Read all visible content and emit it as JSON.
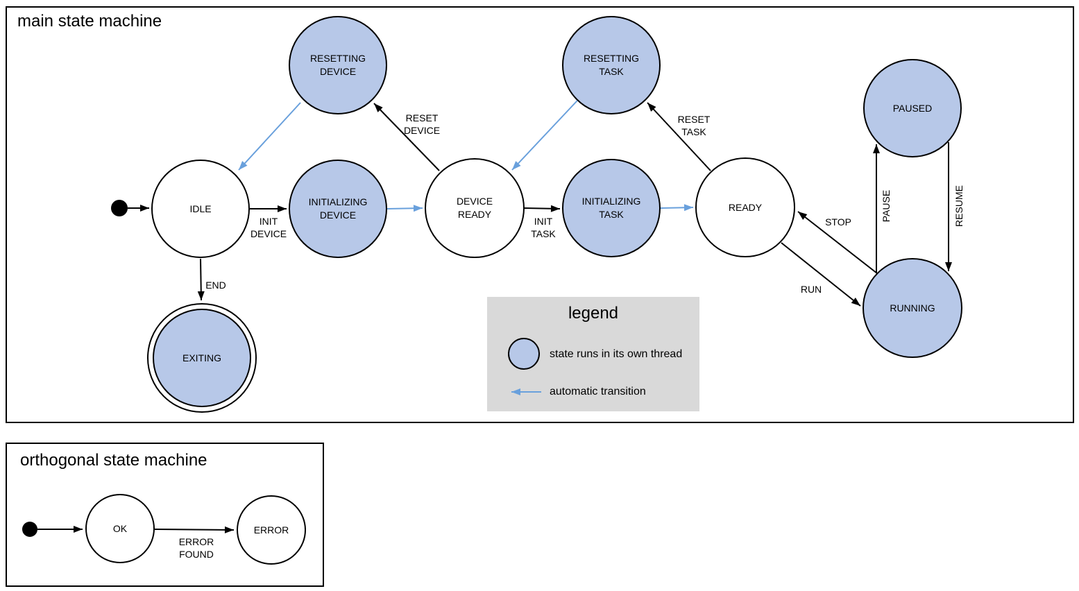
{
  "colors": {
    "state_fill": "#b7c8e8",
    "auto_arrow": "#69a0dc",
    "legend_bg": "#d9d9d9",
    "line": "#000000"
  },
  "main": {
    "title": "main state machine",
    "states": {
      "idle": "IDLE",
      "resetting_device": "RESETTING\nDEVICE",
      "initializing_device": "INITIALIZING\nDEVICE",
      "device_ready": "DEVICE\nREADY",
      "resetting_task": "RESETTING\nTASK",
      "initializing_task": "INITIALIZING\nTASK",
      "ready": "READY",
      "paused": "PAUSED",
      "running": "RUNNING",
      "exiting": "EXITING"
    },
    "transitions": {
      "init_device": "INIT\nDEVICE",
      "reset_device": "RESET\nDEVICE",
      "init_task": "INIT\nTASK",
      "reset_task": "RESET\nTASK",
      "end": "END",
      "run": "RUN",
      "stop": "STOP",
      "pause": "PAUSE",
      "resume": "RESUME"
    }
  },
  "legend": {
    "title": "legend",
    "threaded_label": "state runs in its own thread",
    "auto_label": "automatic transition"
  },
  "ortho": {
    "title": "orthogonal state machine",
    "states": {
      "ok": "OK",
      "error": "ERROR"
    },
    "transitions": {
      "error_found": "ERROR\nFOUND"
    }
  }
}
